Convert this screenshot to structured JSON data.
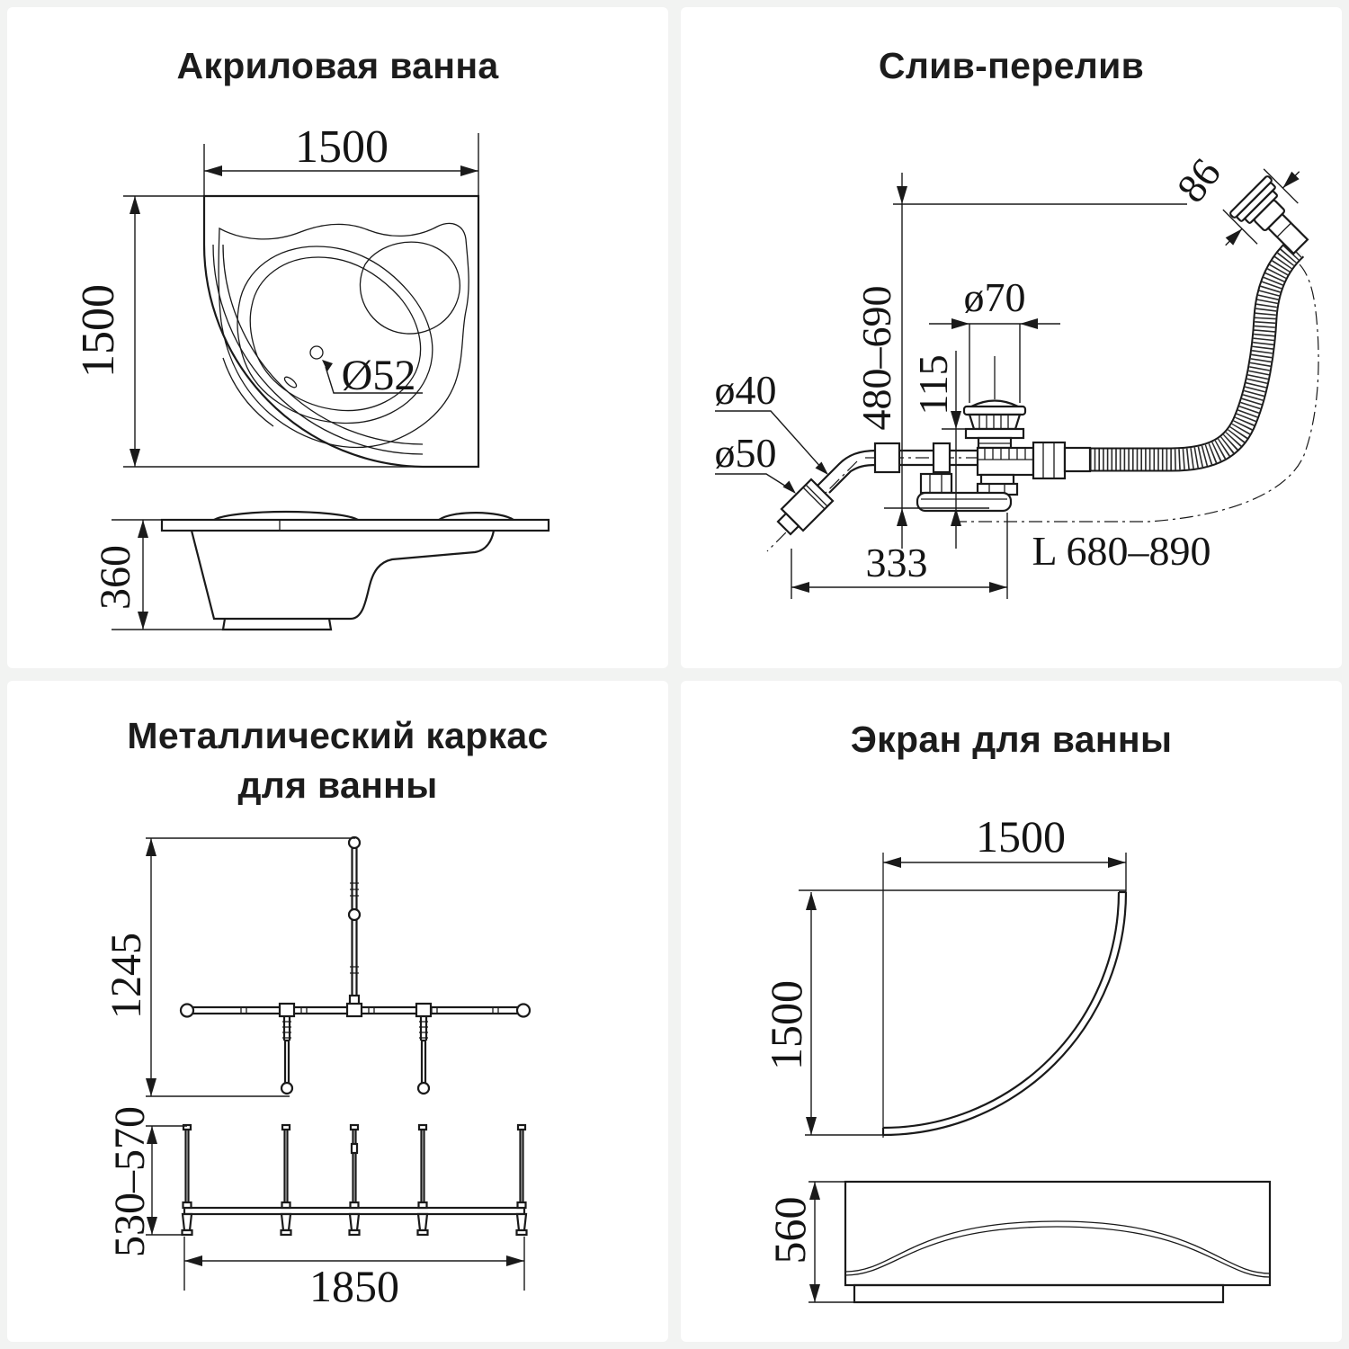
{
  "page": {
    "background": "#f2f3f2",
    "card_background": "#ffffff",
    "line_color": "#1a1a1a"
  },
  "cards": {
    "bath": {
      "title": "Акриловая ванна",
      "dims": {
        "width": "1500",
        "height": "1500",
        "drain_diameter": "Ø52",
        "depth": "360"
      }
    },
    "drain": {
      "title": "Слив-перелив",
      "dims": {
        "overflow_width": "86",
        "install_height": "480–690",
        "cap_diameter": "ø70",
        "valve_height": "115",
        "pipe_diameter": "ø40",
        "outlet_diameter": "ø50",
        "outlet_offset": "333",
        "hose_length": "L 680–890"
      }
    },
    "frame": {
      "title_line1": "Металлический каркас",
      "title_line2": "для ванны",
      "dims": {
        "diagonal_length": "1245",
        "height_range": "530–570",
        "length": "1850"
      }
    },
    "screen": {
      "title": "Экран для ванны",
      "dims": {
        "width": "1500",
        "height": "1500",
        "panel_height": "560"
      }
    }
  }
}
